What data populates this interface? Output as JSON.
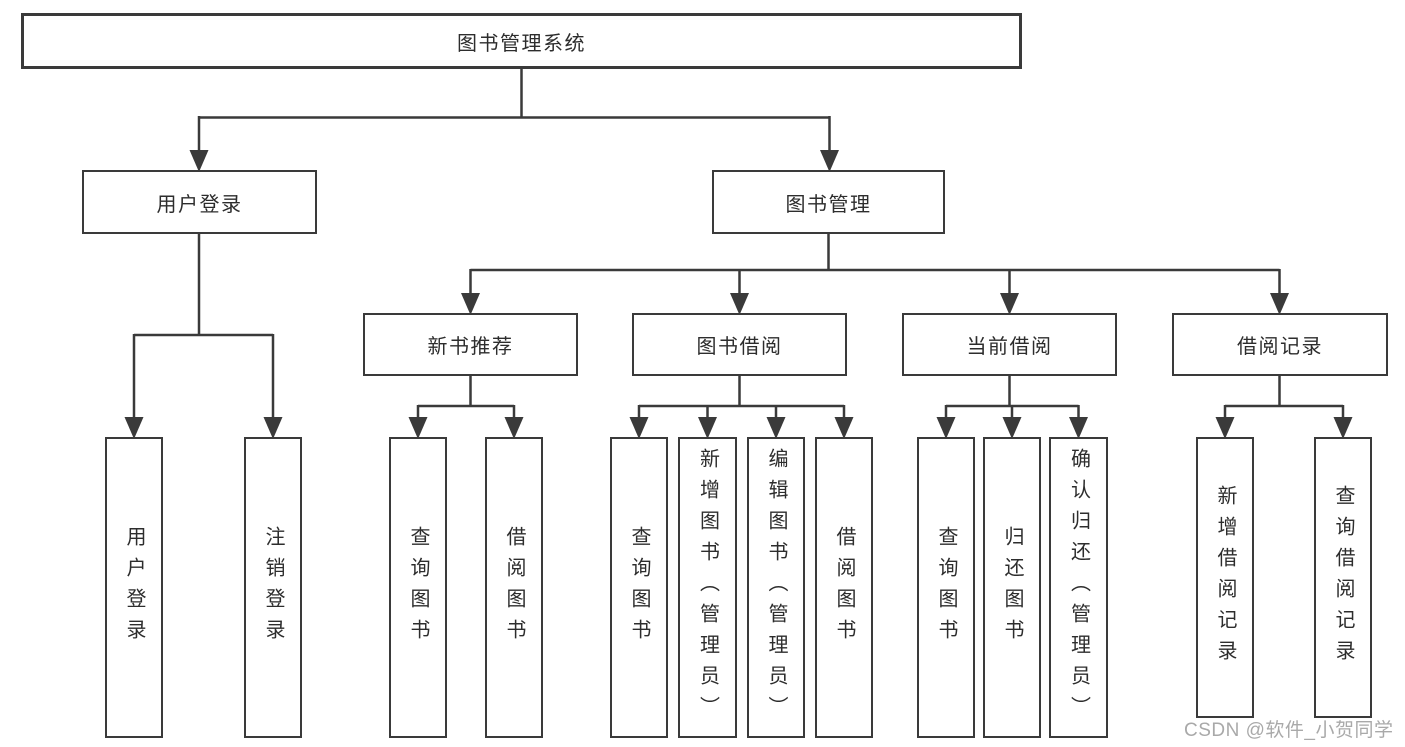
{
  "tree": {
    "root": {
      "label": "图书管理系统",
      "children": [
        {
          "label": "用户登录",
          "children": [
            {
              "label": "用户登录"
            },
            {
              "label": "注销登录"
            }
          ]
        },
        {
          "label": "图书管理",
          "children": [
            {
              "label": "新书推荐",
              "children": [
                {
                  "label": "查询图书"
                },
                {
                  "label": "借阅图书"
                }
              ]
            },
            {
              "label": "图书借阅",
              "children": [
                {
                  "label": "查询图书"
                },
                {
                  "label": "新增图书（管理员）"
                },
                {
                  "label": "编辑图书（管理员）"
                },
                {
                  "label": "借阅图书"
                }
              ]
            },
            {
              "label": "当前借阅",
              "children": [
                {
                  "label": "查询图书"
                },
                {
                  "label": "归还图书"
                },
                {
                  "label": "确认归还（管理员）"
                }
              ]
            },
            {
              "label": "借阅记录",
              "children": [
                {
                  "label": "新增借阅记录"
                },
                {
                  "label": "查询借阅记录"
                }
              ]
            }
          ]
        }
      ]
    }
  },
  "watermark": {
    "text": "CSDN @软件_小贺同学"
  },
  "colors": {
    "line": "#3a3a3a",
    "text": "#2d2d2d",
    "watermark": "rgba(148,148,148,0.8)",
    "background": "#ffffff"
  }
}
